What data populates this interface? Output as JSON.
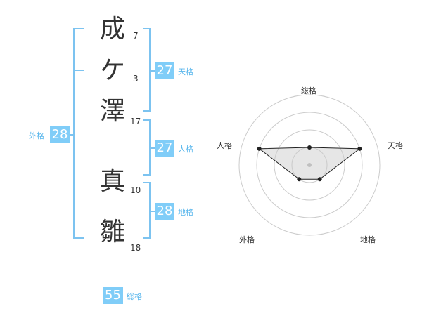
{
  "characters": [
    {
      "char": "成",
      "strokes": "7"
    },
    {
      "char": "ケ",
      "strokes": "3"
    },
    {
      "char": "澤",
      "strokes": "17"
    },
    {
      "char": "真",
      "strokes": "10"
    },
    {
      "char": "雛",
      "strokes": "18"
    }
  ],
  "fortunes": {
    "tenkaku": {
      "value": "27",
      "label": "天格"
    },
    "jinkaku": {
      "value": "27",
      "label": "人格"
    },
    "chikaku": {
      "value": "28",
      "label": "地格"
    },
    "gaikaku": {
      "value": "28",
      "label": "外格"
    },
    "soukaku": {
      "value": "55",
      "label": "総格"
    }
  },
  "colors": {
    "badge": "#80cdf8",
    "label": "#58b6ec",
    "bracket": "#7cc3f0",
    "text": "#333333"
  },
  "chart_data": {
    "type": "radar",
    "axes": [
      "総格",
      "天格",
      "地格",
      "外格",
      "人格"
    ],
    "values": [
      1,
      3,
      1,
      1,
      3
    ],
    "max": 4,
    "levels": 4
  }
}
